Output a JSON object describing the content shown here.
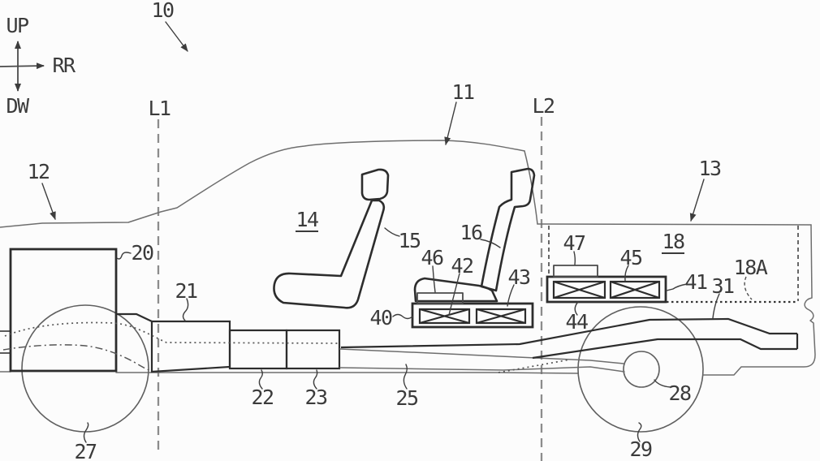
{
  "figure": {
    "kind": "patent side-view diagram of hybrid pickup truck powertrain layout",
    "background": "#fcfcfc",
    "line_color": "#3b3b3b",
    "orientation_axis": {
      "up": "UP",
      "rear": "RR",
      "down": "DW"
    },
    "section_lines": {
      "front": "L1",
      "rear": "L2"
    },
    "underlined_labels": [
      "14",
      "18"
    ],
    "labels": {
      "up": "UP",
      "rr": "RR",
      "dw": "DW",
      "l1": "L1",
      "l2": "L2",
      "n10": "10",
      "n11": "11",
      "n12": "12",
      "n13": "13",
      "n14": "14",
      "n15": "15",
      "n16": "16",
      "n18": "18",
      "n18a": "18A",
      "n20": "20",
      "n21": "21",
      "n22": "22",
      "n23": "23",
      "n25": "25",
      "n27": "27",
      "n28": "28",
      "n29": "29",
      "n31": "31",
      "n40": "40",
      "n41": "41",
      "n42": "42",
      "n43": "43",
      "n44": "44",
      "n45": "45",
      "n46": "46",
      "n47": "47"
    }
  }
}
